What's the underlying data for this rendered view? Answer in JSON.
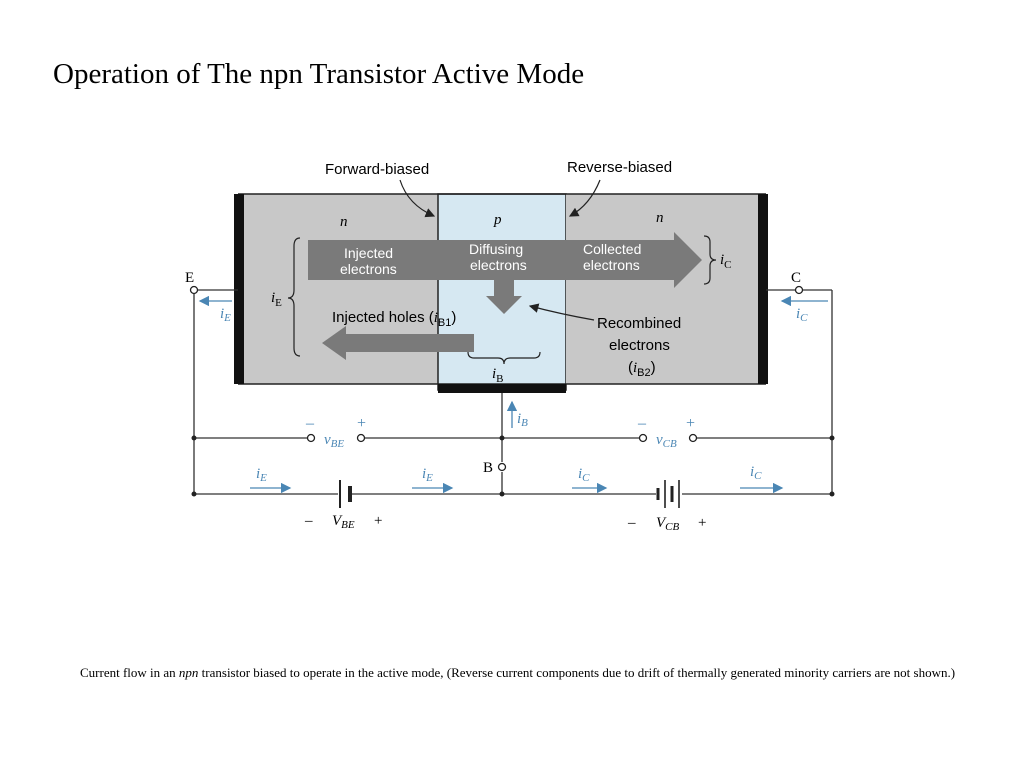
{
  "title": "Operation of The npn Transistor Active Mode",
  "colors": {
    "region": "#c8c8c8",
    "base": "#d6e8f2",
    "arrow": "#7a7a7a",
    "current": "#4a86b4",
    "wire": "#333333"
  },
  "diagram": {
    "forward_biased": "Forward-biased",
    "reverse_biased": "Reverse-biased",
    "n_left": "n",
    "p_base": "p",
    "n_right": "n",
    "injected": [
      "Injected",
      "electrons"
    ],
    "diffusing": [
      "Diffusing",
      "electrons"
    ],
    "collected": [
      "Collected",
      "electrons"
    ],
    "injected_holes": "Injected holes (",
    "ib1_sub": "B1",
    "recombined": [
      "Recombined",
      "electrons"
    ],
    "ib2_sub": "B2",
    "terminal_e": "E",
    "terminal_c": "C",
    "terminal_b": "B",
    "i": "i",
    "v": "v",
    "sub_e": "E",
    "sub_c": "C",
    "sub_b": "B",
    "sub_be": "BE",
    "sub_cb": "CB",
    "minus": "–",
    "plus": "+",
    "v_cap": "V"
  },
  "caption": {
    "part1": "Current flow in an ",
    "npn": "npn",
    "part2": " transistor biased to operate in the active mode,  (Reverse current components due to drift of thermally generated minority carriers are not shown.)"
  }
}
